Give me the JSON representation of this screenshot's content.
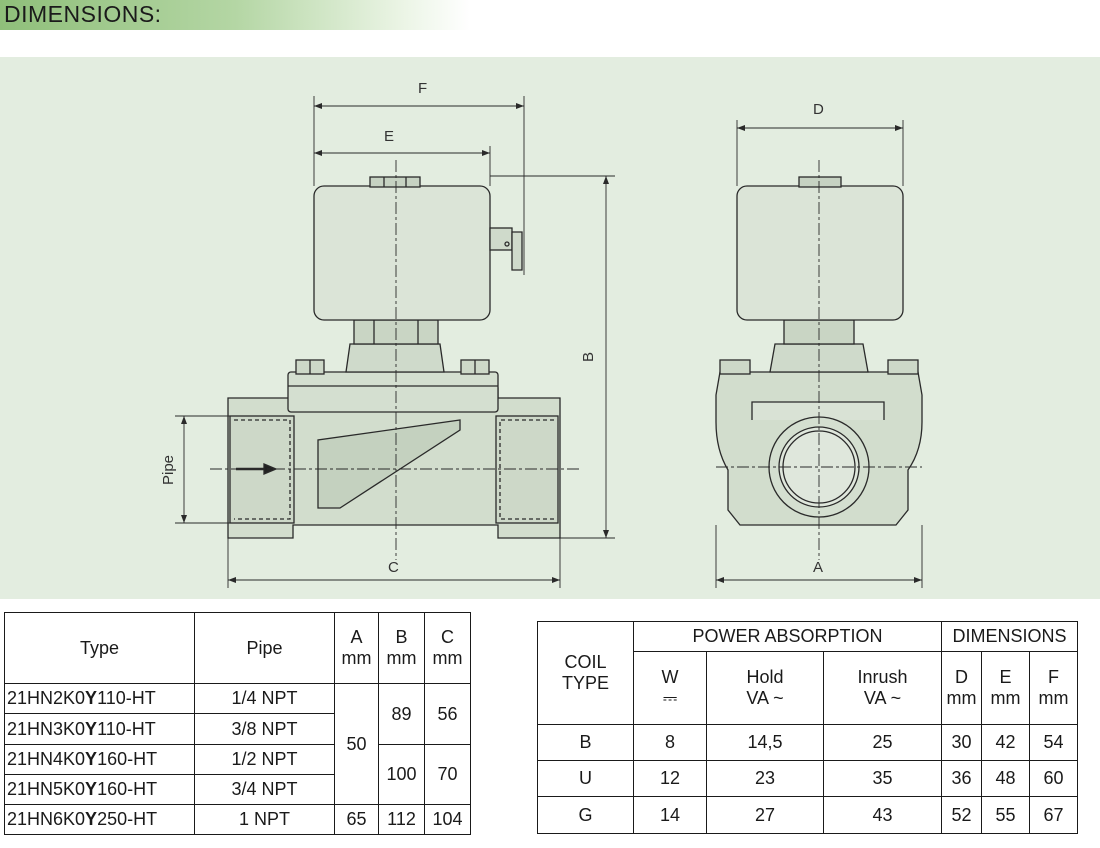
{
  "header": {
    "title": "DIMENSIONS:"
  },
  "drawing": {
    "labels": {
      "F": "F",
      "E": "E",
      "D": "D",
      "B": "B",
      "C": "C",
      "A": "A",
      "pipe": "Pipe"
    }
  },
  "type_table": {
    "headers": {
      "type": "Type",
      "pipe": "Pipe",
      "a": "A",
      "b": "B",
      "c": "C",
      "unit": "mm"
    },
    "rows": [
      {
        "pre": "21HN2K0",
        "bold": "Y",
        "post": "110-HT",
        "pipe": "1/4 NPT"
      },
      {
        "pre": "21HN3K0",
        "bold": "Y",
        "post": "110-HT",
        "pipe": "3/8 NPT"
      },
      {
        "pre": "21HN4K0",
        "bold": "Y",
        "post": "160-HT",
        "pipe": "1/2 NPT"
      },
      {
        "pre": "21HN5K0",
        "bold": "Y",
        "post": "160-HT",
        "pipe": "3/4 NPT"
      },
      {
        "pre": "21HN6K0",
        "bold": "Y",
        "post": "250-HT",
        "pipe": "1 NPT"
      }
    ],
    "merged": {
      "a_1_4": "50",
      "b_1_2": "89",
      "c_1_2": "56",
      "b_3_4": "100",
      "c_3_4": "70",
      "a_5": "65",
      "b_5": "112",
      "c_5": "104"
    }
  },
  "coil_table": {
    "headers": {
      "coil_line1": "COIL",
      "coil_line2": "TYPE",
      "power": "POWER ABSORPTION",
      "dims": "DIMENSIONS",
      "w": "W",
      "w_symbol": "⎓",
      "hold_line1": "Hold",
      "hold_line2": "VA ~",
      "inrush_line1": "Inrush",
      "inrush_line2": "VA ~",
      "d": "D",
      "e": "E",
      "f": "F",
      "unit": "mm"
    },
    "rows": [
      {
        "type": "B",
        "w": "8",
        "hold": "14,5",
        "inrush": "25",
        "d": "30",
        "e": "42",
        "f": "54"
      },
      {
        "type": "U",
        "w": "12",
        "hold": "23",
        "inrush": "35",
        "d": "36",
        "e": "48",
        "f": "60"
      },
      {
        "type": "G",
        "w": "14",
        "hold": "27",
        "inrush": "43",
        "d": "52",
        "e": "55",
        "f": "67"
      }
    ]
  }
}
